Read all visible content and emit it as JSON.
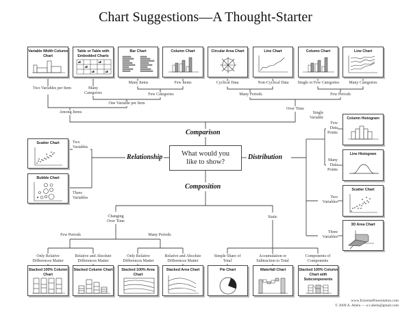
{
  "title": "Chart Suggestions—A Thought-Starter",
  "question": {
    "line1": "What would you",
    "line2": "like to show?"
  },
  "categories": {
    "comparison": "Comparison",
    "relationship": "Relationship",
    "distribution": "Distribution",
    "composition": "Composition"
  },
  "comparison": {
    "charts": [
      {
        "title": "Variable Width Column Chart",
        "icon": "variable-width-column-chart-icon"
      },
      {
        "title": "Table or Table with Embedded Charts",
        "icon": "table-embedded-charts-icon"
      },
      {
        "title": "Bar Chart",
        "icon": "bar-chart-icon"
      },
      {
        "title": "Column Chart",
        "icon": "column-chart-icon"
      },
      {
        "title": "Circular Area Chart",
        "icon": "circular-area-chart-icon"
      },
      {
        "title": "Line Chart",
        "icon": "line-chart-icon"
      },
      {
        "title": "Column Chart",
        "icon": "column-chart-icon"
      },
      {
        "title": "Line Chart",
        "icon": "multi-line-chart-icon"
      }
    ],
    "labels": {
      "two_variables_per_item": "Two Variables per Item",
      "many_categories": "Many Categories",
      "many_items": "Many Items",
      "few_items": "Few Items",
      "cyclical_data": "Cyclical Data",
      "non_cyclical_data": "Non-Cyclical Data",
      "single_or_few_categories": "Single or Few Categories",
      "many_categories_2": "Many Categories",
      "few_categories": "Few Categories",
      "many_periods": "Many Periods",
      "few_periods": "Few Periods",
      "one_variable_per_item": "One Variable per Item",
      "among_items": "Among Items",
      "over_time": "Over Time"
    }
  },
  "relationship": {
    "charts": [
      {
        "title": "Scatter Chart",
        "icon": "scatter-chart-icon"
      },
      {
        "title": "Bubble Chart",
        "icon": "bubble-chart-icon"
      }
    ],
    "labels": {
      "two_variables": "Two Variables",
      "three_variables": "Three Variables"
    }
  },
  "distribution": {
    "charts": [
      {
        "title": "Column Histogram",
        "icon": "column-histogram-icon"
      },
      {
        "title": "Line Histogram",
        "icon": "line-histogram-icon"
      },
      {
        "title": "Scatter Chart",
        "icon": "scatter-chart-icon"
      },
      {
        "title": "3D Area Chart",
        "icon": "3d-area-chart-icon"
      }
    ],
    "labels": {
      "single_variable": "Single Variable",
      "few_data_points": "Few Data Points",
      "many_data_points": "Many Data Points",
      "two_variables": "Two Variables",
      "three_variables": "Three Variables"
    }
  },
  "composition": {
    "charts": [
      {
        "title": "Stacked 100% Column Chart",
        "icon": "stacked-100-column-chart-icon"
      },
      {
        "title": "Stacked Column Chart",
        "icon": "stacked-column-chart-icon"
      },
      {
        "title": "Stacked 100% Area Chart",
        "icon": "stacked-100-area-chart-icon"
      },
      {
        "title": "Stacked Area Chart",
        "icon": "stacked-area-chart-icon"
      },
      {
        "title": "Pie Chart",
        "icon": "pie-chart-icon"
      },
      {
        "title": "Waterfall Chart",
        "icon": "waterfall-chart-icon"
      },
      {
        "title": "Stacked 100% Column Chart with Subcomponents",
        "icon": "stacked-column-subcomponents-icon"
      }
    ],
    "labels": {
      "changing_over_time": "Changing Over Time",
      "static": "Static",
      "few_periods": "Few Periods",
      "many_periods": "Many Periods",
      "only_relative_1": "Only Relative Differences Matter",
      "relative_absolute_1": "Relative and Absolute Differences Matter",
      "only_relative_2": "Only Relative Differences Matter",
      "relative_absolute_2": "Relative and Absolute Differences Matter",
      "simple_share": "Simple Share of Total",
      "accumulation": "Accumulation or Subtraction to Total",
      "components": "Components of Components"
    }
  },
  "footer": {
    "website": "www.ExtremePresentation.com",
    "copyright": "© 2009  A. Abela — a.v.abela@gmail.com"
  }
}
